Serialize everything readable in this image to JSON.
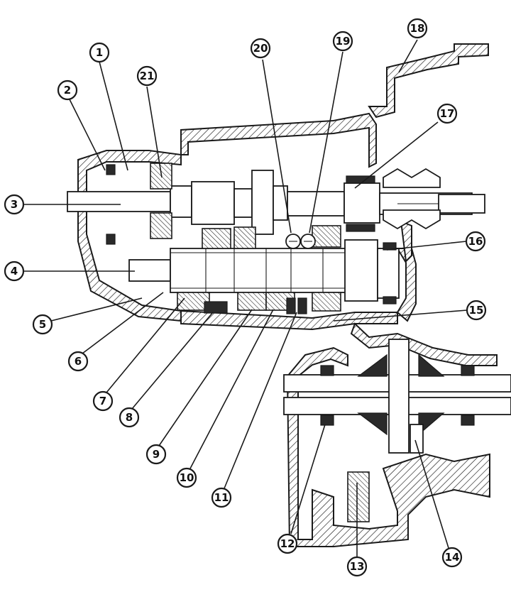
{
  "callouts": [
    {
      "id": "c1",
      "label": "1"
    },
    {
      "id": "c2",
      "label": "2"
    },
    {
      "id": "c3",
      "label": "3"
    },
    {
      "id": "c4",
      "label": "4"
    },
    {
      "id": "c5",
      "label": "5"
    },
    {
      "id": "c6",
      "label": "6"
    },
    {
      "id": "c7",
      "label": "7"
    },
    {
      "id": "c8",
      "label": "8"
    },
    {
      "id": "c9",
      "label": "9"
    },
    {
      "id": "c10",
      "label": "10"
    },
    {
      "id": "c11",
      "label": "11"
    },
    {
      "id": "c12",
      "label": "12"
    },
    {
      "id": "c13",
      "label": "13"
    },
    {
      "id": "c14",
      "label": "14"
    },
    {
      "id": "c15",
      "label": "15"
    },
    {
      "id": "c16",
      "label": "16"
    },
    {
      "id": "c17",
      "label": "17"
    },
    {
      "id": "c18",
      "label": "18"
    },
    {
      "id": "c19",
      "label": "19"
    },
    {
      "id": "c20",
      "label": "20"
    },
    {
      "id": "c21",
      "label": "21"
    }
  ],
  "colors": {
    "ink": "#1a1a1a",
    "paper": "#ffffff"
  }
}
